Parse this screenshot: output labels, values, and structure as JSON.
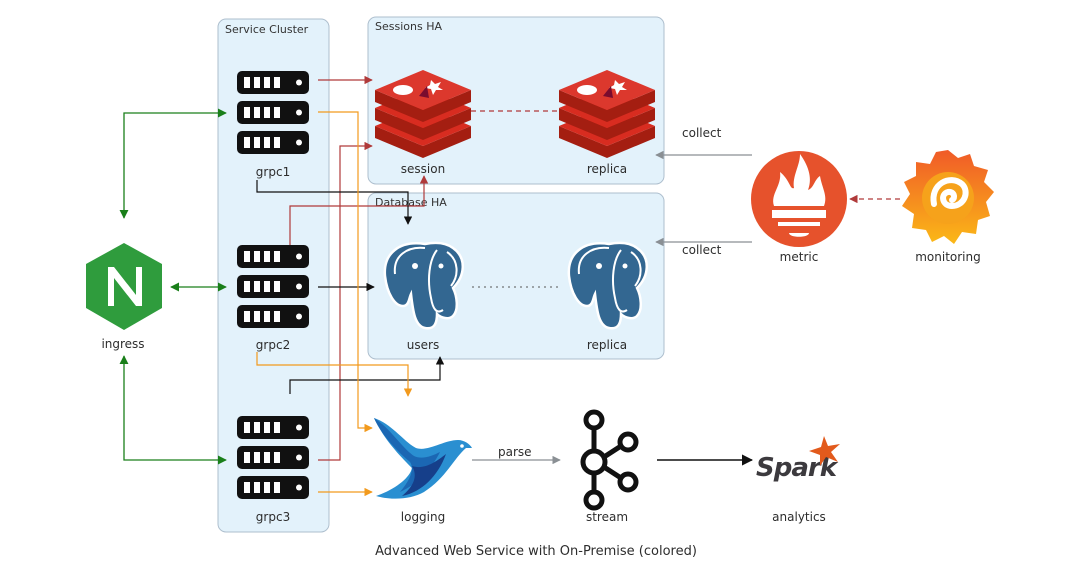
{
  "title": "Advanced Web Service with On-Premise (colored)",
  "clusters": {
    "service": "Service Cluster",
    "sessions": "Sessions HA",
    "database": "Database HA"
  },
  "nodes": {
    "ingress": "ingress",
    "grpc1": "grpc1",
    "grpc2": "grpc2",
    "grpc3": "grpc3",
    "session": "session",
    "session_replica": "replica",
    "users": "users",
    "users_replica": "replica",
    "logging": "logging",
    "stream": "stream",
    "analytics": "analytics",
    "metric": "metric",
    "monitoring": "monitoring"
  },
  "edges": {
    "collect_sessions": "collect",
    "collect_database": "collect",
    "parse": "parse"
  },
  "icons": {
    "ingress": "nginx-icon",
    "grpc": "server-rack-icon",
    "session": "redis-icon",
    "users": "postgresql-icon",
    "logging": "fluentd-icon",
    "stream": "kafka-icon",
    "analytics": "spark-icon",
    "metric": "prometheus-icon",
    "monitoring": "grafana-icon"
  },
  "colors": {
    "cluster_fill": "#e3f2fb",
    "cluster_stroke": "#aebfce",
    "edge_green": "#1a7f1a",
    "edge_red": "#b03a3a",
    "edge_orange": "#f29a1d",
    "edge_gray": "#8a8f94",
    "edge_black": "#111111",
    "nginx": "#2f9c3d",
    "redis": "#d62f25",
    "postgres": "#336791",
    "prometheus": "#e6522c",
    "kafka": "#111111",
    "spark": "#e25a1c"
  }
}
